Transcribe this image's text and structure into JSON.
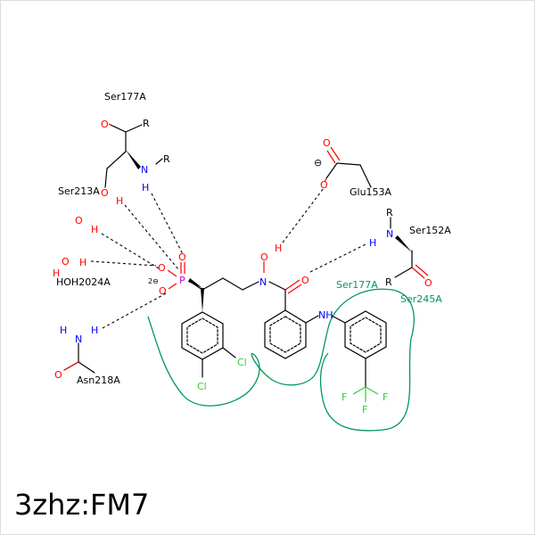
{
  "title": "3zhz:FM7",
  "colors": {
    "bond": "#000000",
    "oxygen": "#ff0000",
    "nitrogen": "#0000ff",
    "phosphorus": "#cc00cc",
    "halogen": "#33cc33",
    "contact": "#00995a"
  },
  "residues": {
    "ser177_top": "Ser177A",
    "ser213": "Ser213A",
    "hoh2024": "HOH2024A",
    "asn218": "Asn218A",
    "glu153": "Glu153A",
    "ser152": "Ser152A",
    "ser177_contact": "Ser177A",
    "ser245": "Ser245A"
  },
  "atoms": {
    "O": "O",
    "H": "H",
    "N": "N",
    "R": "R",
    "P": "P",
    "Cl": "Cl",
    "F": "F",
    "NH": "NH",
    "charge_minus": "⊖",
    "charge_2minus": "2⊖"
  }
}
